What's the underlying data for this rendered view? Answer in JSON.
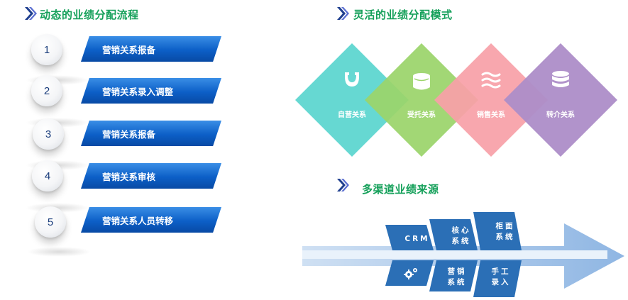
{
  "left_title": "动态的业绩分配流程",
  "right_title": "灵活的业绩分配模式",
  "bottom_title": "多渠道业绩来源",
  "steps": [
    {
      "num": "1",
      "label": "营销关系报备"
    },
    {
      "num": "2",
      "label": "营销关系录入调整"
    },
    {
      "num": "3",
      "label": "营销关系报备"
    },
    {
      "num": "4",
      "label": "营销关系审核"
    },
    {
      "num": "5",
      "label": "营销关系人员转移"
    }
  ],
  "modes": [
    {
      "label": "自营关系",
      "icon": "magnet-icon",
      "color": "#5ed6d0"
    },
    {
      "label": "受托关系",
      "icon": "cylinder-icon",
      "color": "#9bd46a"
    },
    {
      "label": "销售关系",
      "icon": "waves-icon",
      "color": "#f7a0a8"
    },
    {
      "label": "转介关系",
      "icon": "database-icon",
      "color": "#ad8dc8"
    }
  ],
  "sources": {
    "top": [
      "CRM",
      "核心\n系统",
      "柜面\n系统"
    ],
    "bottom": [
      "",
      "营销\n系统",
      "手工\n录入"
    ],
    "bottom_first_icon": "gears-icon"
  },
  "colors": {
    "title_green": "#15a05a",
    "bar_blue": "#0c5fc7",
    "chevron_blue": "#2b6fb6",
    "arrow_light": "#a8c8ea"
  }
}
